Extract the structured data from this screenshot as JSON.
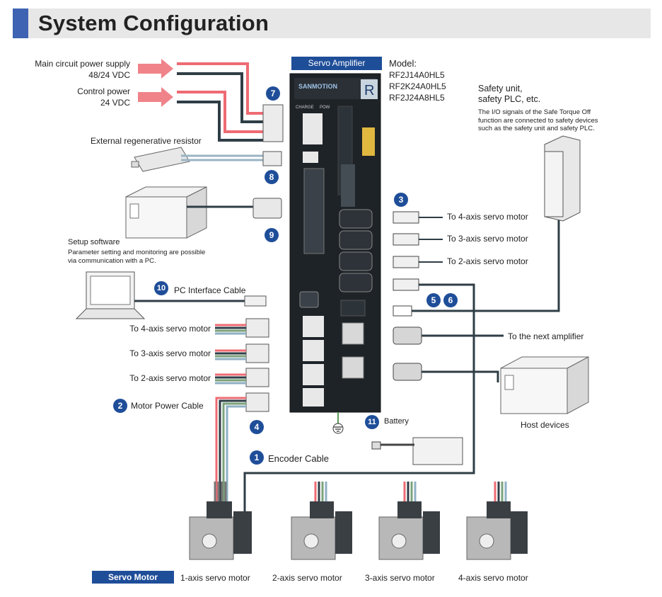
{
  "title": "System Configuration",
  "servo_amp": {
    "label": "Servo Amplifier",
    "logo": "SANMOTION",
    "logo_sub": "R",
    "port_labels": [
      "CHARGE",
      "POW"
    ]
  },
  "model": {
    "heading": "Model:",
    "items": [
      "RF2J14A0HL5",
      "RF2K24A0HL5",
      "RF2J24A8HL5"
    ]
  },
  "power": {
    "main_line1": "Main circuit power supply",
    "main_line2": "48/24 VDC",
    "control_line1": "Control power",
    "control_line2": "24 VDC"
  },
  "regen": "External regenerative resistor",
  "setup": {
    "title": "Setup software",
    "desc": "Parameter setting and monitoring are possible via communication with a PC."
  },
  "pc_cable": "PC Interface Cable",
  "safety": {
    "title_line1": "Safety unit,",
    "title_line2": "safety PLC, etc.",
    "desc": "The I/O signals of the Safe Torque Off function are connected to safety devices such as the safety unit and safety PLC."
  },
  "encoder_targets": [
    "To 4-axis servo motor",
    "To 3-axis servo motor",
    "To 2-axis servo motor"
  ],
  "power_targets": [
    "To 4-axis servo motor",
    "To 3-axis servo motor",
    "To 2-axis servo motor"
  ],
  "motor_power_cable": "Motor Power Cable",
  "encoder_cable": "Encoder Cable",
  "next_amp": "To the next amplifier",
  "host": "Host devices",
  "battery": "Battery",
  "servo_motor_label": "Servo Motor",
  "motors": [
    "1-axis servo motor",
    "2-axis servo motor",
    "3-axis servo motor",
    "4-axis servo motor"
  ],
  "badges": {
    "b1": "1",
    "b2": "2",
    "b3": "3",
    "b4": "4",
    "b5": "5",
    "b6": "6",
    "b7": "7",
    "b8": "8",
    "b9": "9",
    "b10": "10",
    "b11": "11"
  },
  "colors": {
    "accent": "#3d63b2",
    "badge": "#1f4e99",
    "red_wire": "#ee6b73",
    "dark_wire": "#2f3e46",
    "amp_body": "#1e2327"
  }
}
